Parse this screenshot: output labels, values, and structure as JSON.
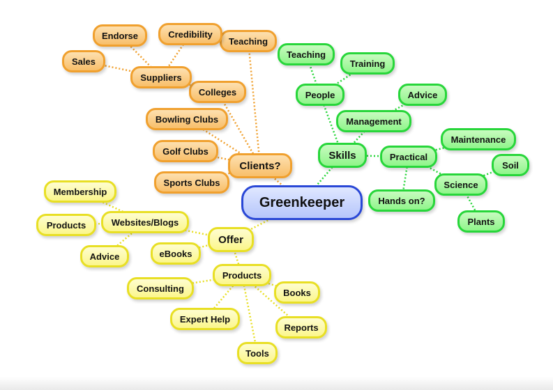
{
  "center": {
    "label": "Greenkeeper"
  },
  "clients": {
    "label": "Clients?",
    "items": {
      "bowling": "Bowling Clubs",
      "golf": "Golf Clubs",
      "sports": "Sports Clubs",
      "colleges": "Colleges",
      "teaching": "Teaching",
      "suppliers": "Suppliers",
      "sales": "Sales",
      "endorse": "Endorse",
      "credibility": "Credibility"
    }
  },
  "skills": {
    "label": "Skills",
    "items": {
      "people": "People",
      "teaching": "Teaching",
      "training": "Training",
      "management": "Management",
      "advice": "Advice",
      "practical": "Practical",
      "maintenance": "Maintenance",
      "soil": "Soil",
      "science": "Science",
      "plants": "Plants",
      "handson": "Hands on?"
    }
  },
  "offer": {
    "label": "Offer",
    "items": {
      "websites": "Websites/Blogs",
      "membership": "Membership",
      "products_web": "Products",
      "advice": "Advice",
      "ebooks": "eBooks",
      "products": "Products",
      "consulting": "Consulting",
      "experthelp": "Expert Help",
      "tools": "Tools",
      "books": "Books",
      "reports": "Reports"
    }
  },
  "colors": {
    "orange_link": "#f0a02e",
    "green_link": "#27d63a",
    "yellow_link": "#e8df24"
  }
}
